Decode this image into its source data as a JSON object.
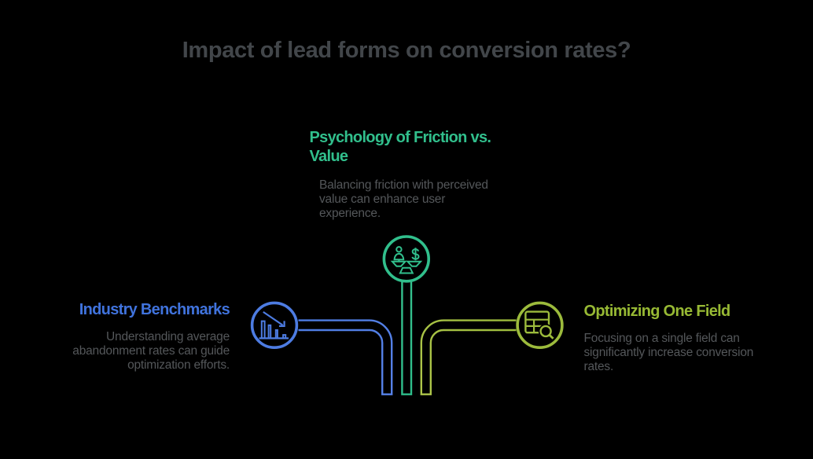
{
  "canvas": {
    "background": "#000000"
  },
  "title": {
    "text": "Impact of lead forms on conversion rates?",
    "color": "#42464a"
  },
  "description_color": "#54575a",
  "branches": {
    "psychology": {
      "heading": "Psychology of Friction vs. Value",
      "heading_lines": [
        "Psychology of Friction vs.",
        "Value"
      ],
      "description": "Balancing friction with perceived value can enhance user experience.",
      "description_lines": [
        "Balancing friction with perceived",
        "value can enhance user",
        "experience."
      ],
      "color": "#31bf8c",
      "heading_color": "#31bf8c",
      "line_gradient": {
        "start": "#35c08e",
        "end": "#2ebd8a"
      },
      "icon": "balance-person-vs-dollar-icon",
      "dollar_glyph": "$"
    },
    "benchmarks": {
      "heading": "Industry Benchmarks",
      "description": "Understanding average abandonment rates can guide optimization efforts.",
      "description_lines": [
        "Understanding average",
        "abandonment rates can guide",
        "optimization efforts."
      ],
      "color": "#4d7ce2",
      "heading_color": "#4073dd",
      "line_gradient": {
        "start": "#4d7ce2",
        "end": "#5681e8"
      },
      "icon": "declining-bar-chart-icon"
    },
    "optimizing": {
      "heading": "Optimizing One Field",
      "description": "Focusing on a single field can significantly increase conversion rates.",
      "description_lines": [
        "Focusing on a single field can",
        "significantly increase conversion",
        "rates."
      ],
      "color": "#9cbb3c",
      "heading_color": "#97b934",
      "line_gradient": {
        "start": "#9cbb3c",
        "end": "#aec64a"
      },
      "icon": "table-search-icon"
    }
  }
}
